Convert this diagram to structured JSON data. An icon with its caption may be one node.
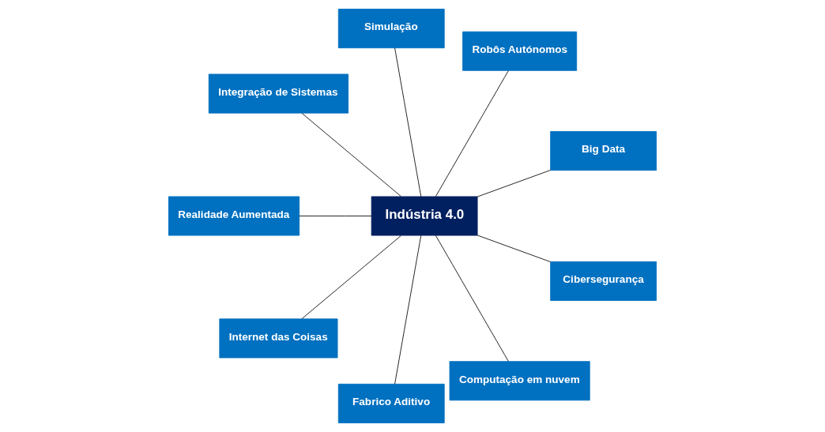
{
  "diagram": {
    "nodes": [
      {
        "text": [
          "Big Data"
        ]
      },
      {
        "text": [
          "Robôs Autónomos"
        ]
      },
      {
        "text": [
          "Simulação"
        ]
      },
      {
        "text": [
          "Integração de Sistemas"
        ]
      },
      {
        "text": [
          "Realidade Aumentada"
        ]
      },
      {
        "text": [
          "Indústria 4.0"
        ]
      },
      {
        "text": [
          "Internet das Coisas"
        ]
      },
      {
        "text": [
          "Fabrico Aditivo"
        ]
      },
      {
        "text": [
          "Computação em nuvem"
        ]
      },
      {
        "text": [
          "Cibersegurança"
        ]
      }
    ],
    "edges": [
      {
        "from": 5,
        "to": 0,
        "arrow": "none"
      },
      {
        "from": 5,
        "to": 1,
        "arrow": "none"
      },
      {
        "from": 5,
        "to": 2,
        "arrow": "none"
      },
      {
        "from": 5,
        "to": 3,
        "arrow": "none"
      },
      {
        "from": 5,
        "to": 4,
        "arrow": "none"
      },
      {
        "from": 5,
        "to": 6,
        "arrow": "none"
      },
      {
        "from": 5,
        "to": 7,
        "arrow": "none"
      },
      {
        "from": 5,
        "to": 8,
        "arrow": "none"
      },
      {
        "from": 5,
        "to": 9,
        "arrow": "none"
      }
    ]
  }
}
